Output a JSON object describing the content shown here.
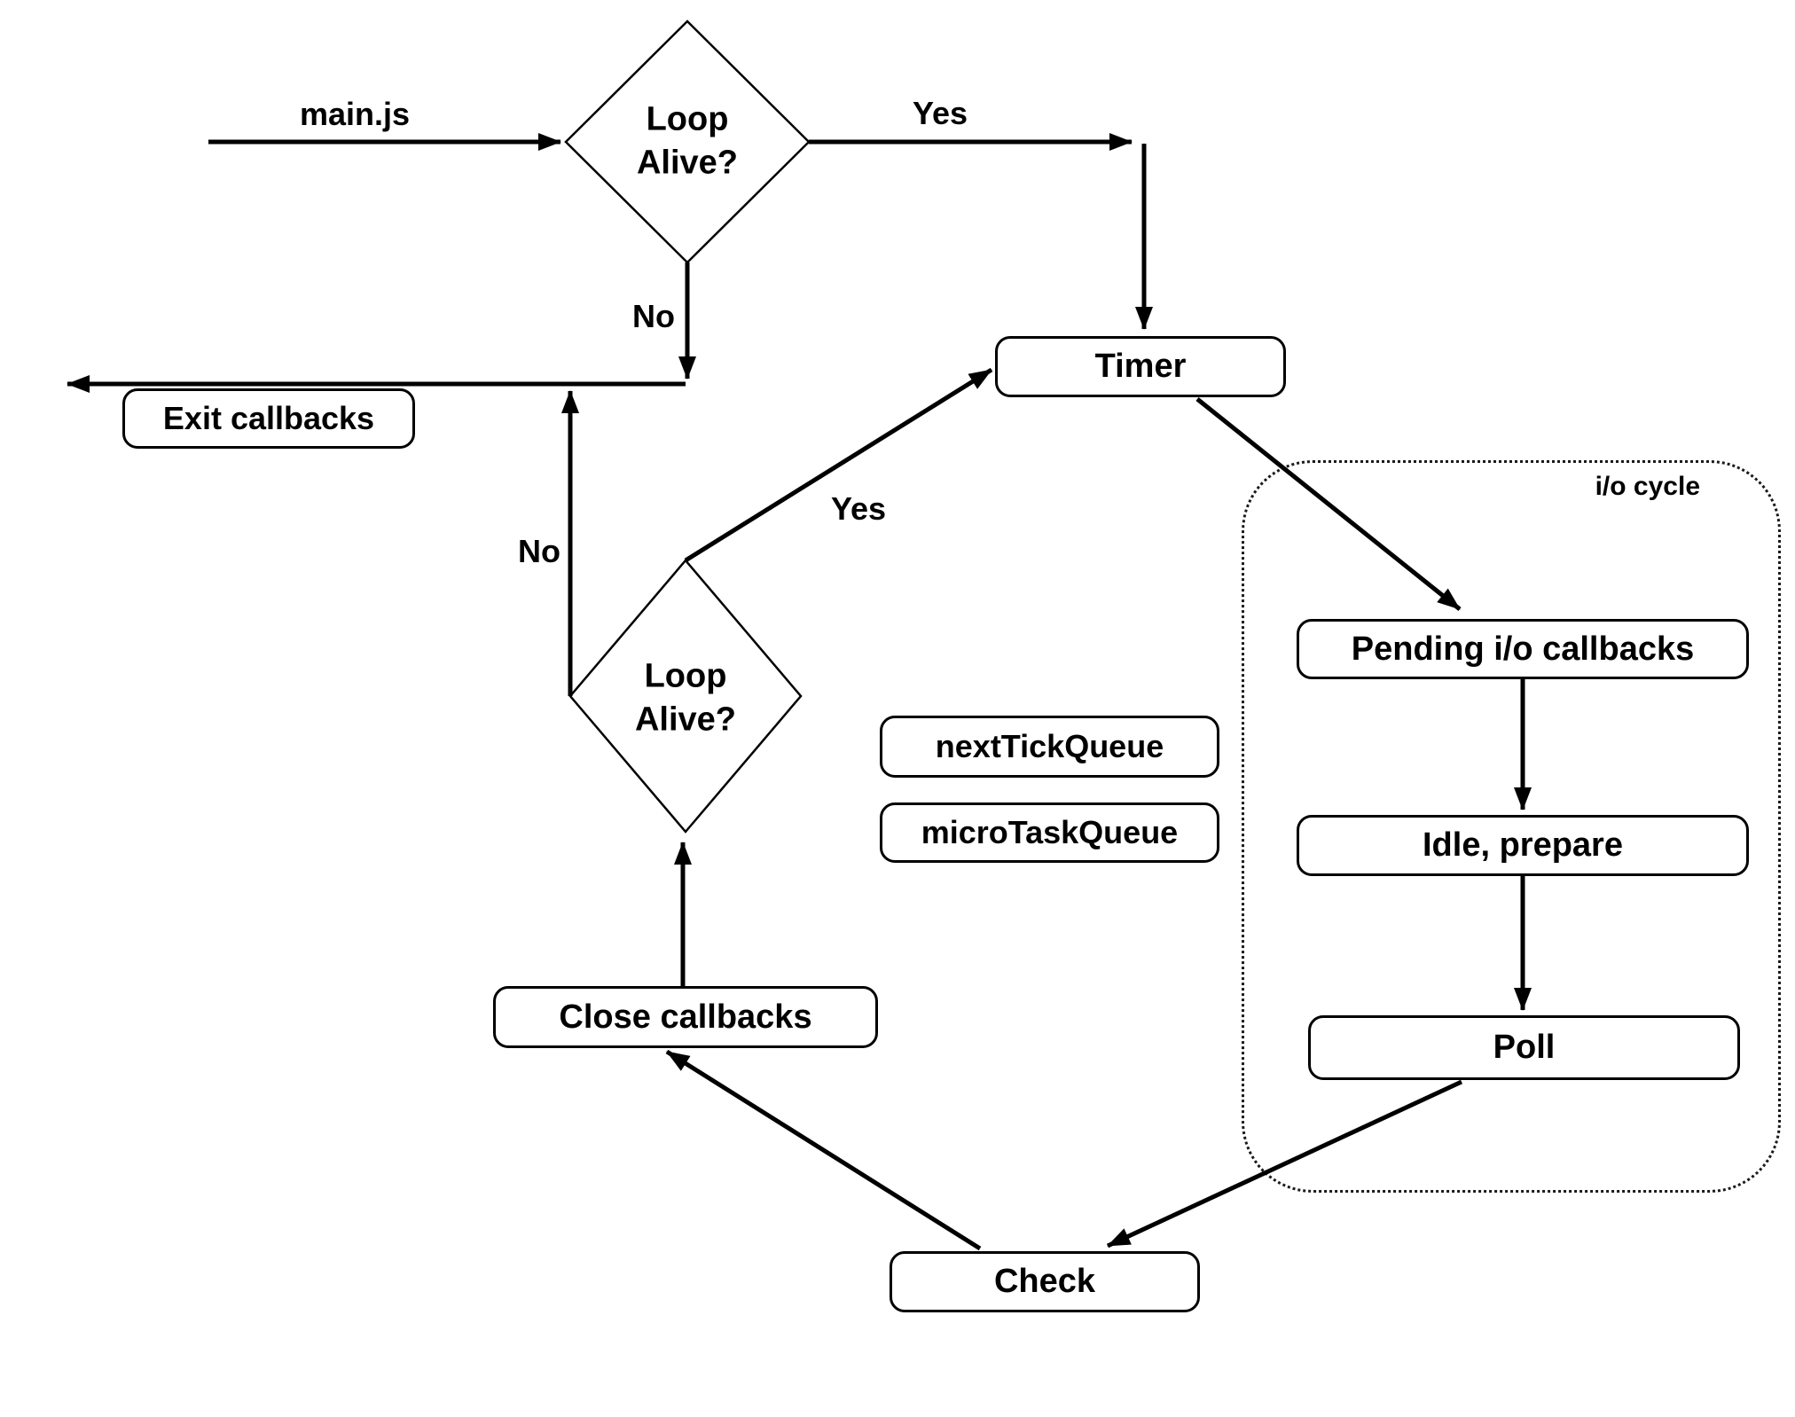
{
  "nodes": {
    "timer": {
      "label": "Timer"
    },
    "pending_io_callbacks": {
      "label": "Pending i/o callbacks"
    },
    "idle_prepare": {
      "label": "Idle, prepare"
    },
    "poll": {
      "label": "Poll"
    },
    "check": {
      "label": "Check"
    },
    "close_callbacks": {
      "label": "Close callbacks"
    },
    "exit_callbacks": {
      "label": "Exit callbacks"
    },
    "next_tick_queue": {
      "label": "nextTickQueue"
    },
    "micro_task_queue": {
      "label": "microTaskQueue"
    }
  },
  "decisions": {
    "loop_alive_top": {
      "label": "Loop\nAlive?"
    },
    "loop_alive_bottom": {
      "label": "Loop\nAlive?"
    }
  },
  "edge_labels": {
    "main_js": "main.js",
    "yes_top": "Yes",
    "no_top": "No",
    "yes_bottom": "Yes",
    "no_bottom": "No"
  },
  "groups": {
    "io_cycle": {
      "label": "i/o cycle"
    }
  },
  "colors": {
    "ink": "#000000",
    "background": "#ffffff",
    "node_fill": "#ffffff"
  }
}
